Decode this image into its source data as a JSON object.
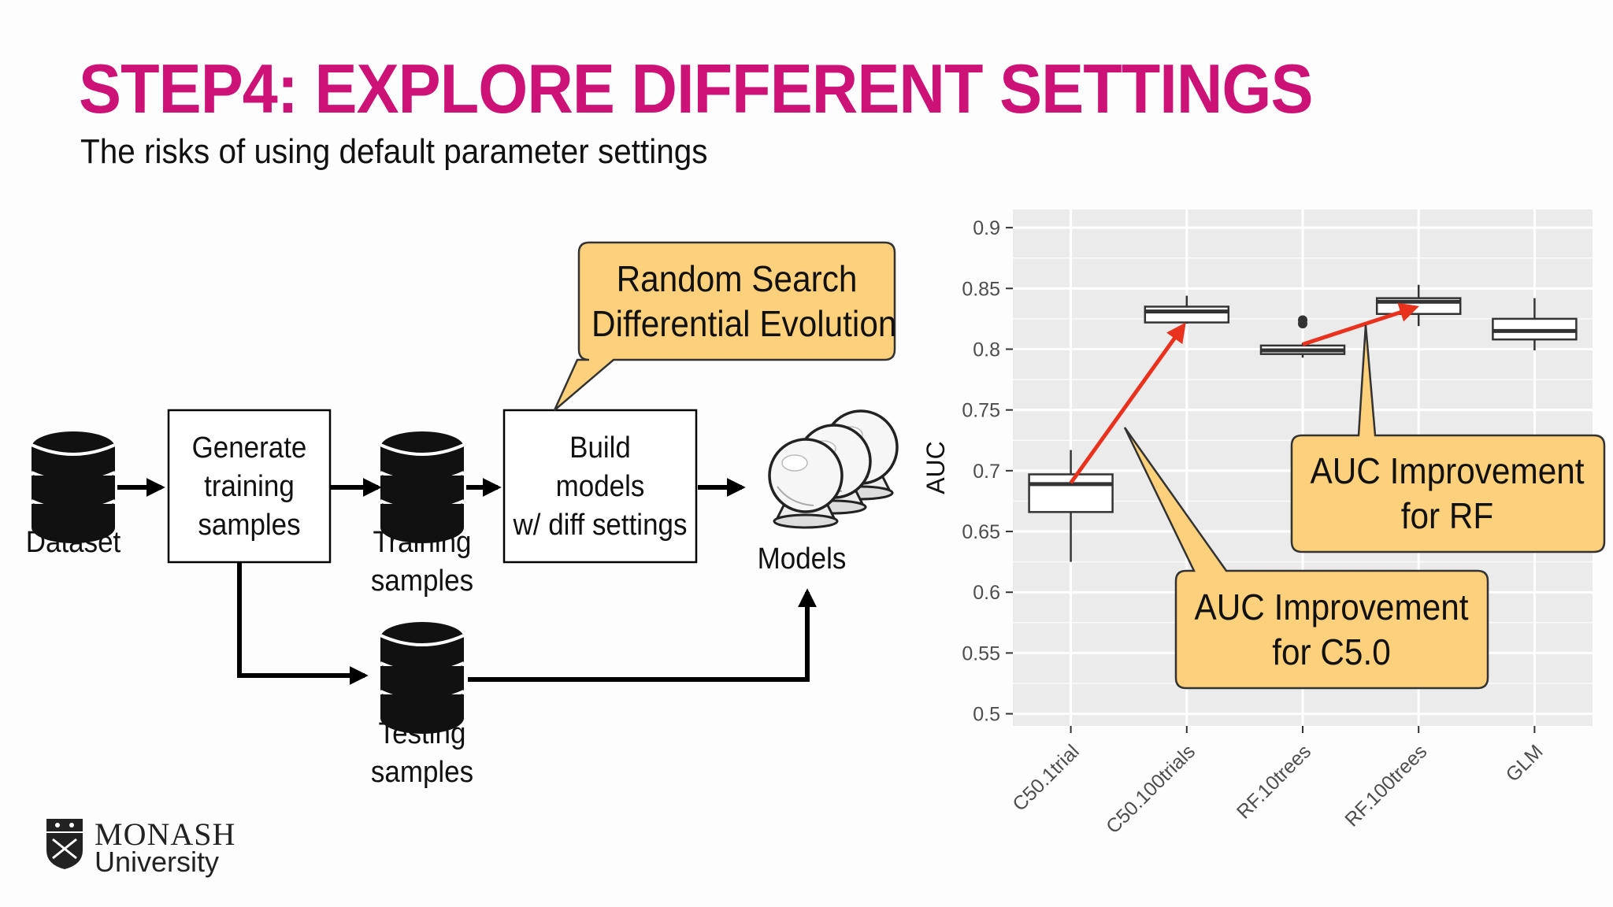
{
  "slide": {
    "title": "STEP4: EXPLORE DIFFERENT SETTINGS",
    "subtitle": "The risks of using default parameter settings",
    "accent_color": "#cc1177",
    "callout_color": "#fdd17b"
  },
  "flow": {
    "dataset_label": "Dataset",
    "generate_box": [
      "Generate",
      "training",
      "samples"
    ],
    "training_label": [
      "Training",
      "samples"
    ],
    "build_box": [
      "Build",
      "models",
      "w/ diff settings"
    ],
    "models_label": "Models",
    "testing_label": [
      "Testing",
      "samples"
    ],
    "callout": [
      "Random Search",
      "Differential Evolution"
    ]
  },
  "chart_callouts": {
    "c50": [
      "AUC Improvement",
      "for C5.0"
    ],
    "rf": [
      "AUC Improvement",
      "for RF"
    ]
  },
  "logo": {
    "name": "MONASH",
    "sub": "University"
  },
  "chart_data": {
    "type": "boxplot",
    "ylabel": "AUC",
    "xlabel": "",
    "ylim": [
      0.49,
      0.915
    ],
    "yticks": [
      "0.5",
      "0.55",
      "0.6",
      "0.65",
      "0.7",
      "0.75",
      "0.8",
      "0.85",
      "0.9"
    ],
    "categories": [
      "C50.1trial",
      "C50.100trials",
      "RF.10trees",
      "RF.100trees",
      "GLM"
    ],
    "boxes": [
      {
        "name": "C50.1trial",
        "min": 0.625,
        "q1": 0.666,
        "median": 0.689,
        "q3": 0.697,
        "max": 0.717,
        "outliers": []
      },
      {
        "name": "C50.100trials",
        "min": 0.821,
        "q1": 0.822,
        "median": 0.831,
        "q3": 0.835,
        "max": 0.844,
        "outliers": []
      },
      {
        "name": "RF.10trees",
        "min": 0.793,
        "q1": 0.796,
        "median": 0.799,
        "q3": 0.803,
        "max": 0.805,
        "outliers": [
          0.821,
          0.824
        ]
      },
      {
        "name": "RF.100trees",
        "min": 0.819,
        "q1": 0.829,
        "median": 0.839,
        "q3": 0.842,
        "max": 0.853,
        "outliers": []
      },
      {
        "name": "GLM",
        "min": 0.799,
        "q1": 0.808,
        "median": 0.815,
        "q3": 0.825,
        "max": 0.842,
        "outliers": []
      }
    ],
    "arrows": [
      {
        "from_category": "C50.1trial",
        "from_value": 0.69,
        "to_category": "C50.100trials",
        "to_value": 0.822
      },
      {
        "from_category": "RF.10trees",
        "from_value": 0.804,
        "to_category": "RF.100trees",
        "to_value": 0.837
      }
    ],
    "grid": true,
    "background": "#ebebeb",
    "arrow_color": "#e8321e"
  }
}
